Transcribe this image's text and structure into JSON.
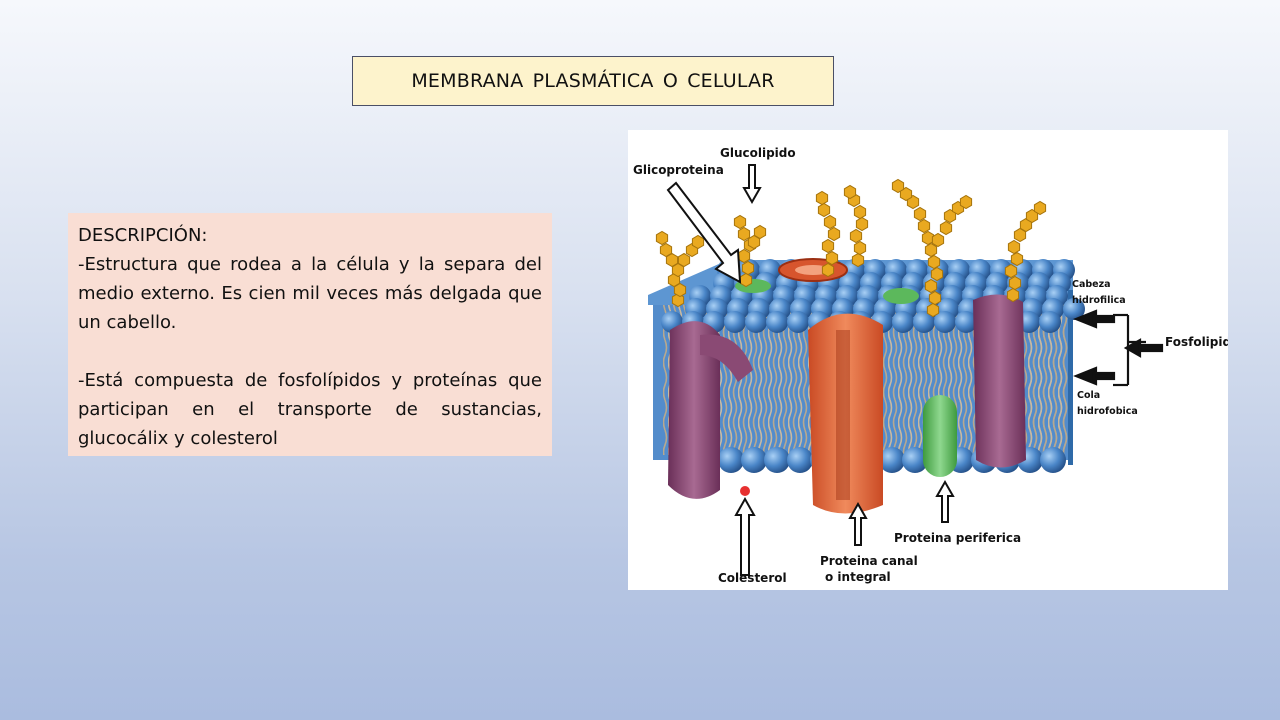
{
  "slide": {
    "title": "MEMBRANA  PLASMÁTICA  O CELULAR",
    "description": {
      "heading": "DESCRIPCIÓN:",
      "paragraph1": "-Estructura que rodea a la célula y la separa del medio externo. Es cien mil veces más  delgada que un cabello.",
      "paragraph2": "-Está compuesta de fosfolípidos y proteínas que participan en el transporte de sustancias, glucocálix y colesterol"
    }
  },
  "diagram": {
    "labels": {
      "glucolipido": "Glucolipido",
      "glicoproteina": "Glicoproteina",
      "cabeza": "Cabeza",
      "hidrofilica": "hidrofilica",
      "fosfolipido": "Fosfolipido",
      "cola": "Cola",
      "hidrofobica": "hidrofobica",
      "proteina_periferica": "Proteina periferica",
      "proteina_canal": "Proteina canal",
      "o_integral": "o integral",
      "colesterol": "Colesterol"
    },
    "colors": {
      "phospholipid_head": "#4a86c8",
      "sugar_chain": "#e9a920",
      "channel_protein": "#e0603a",
      "integral_protein": "#8a4a74",
      "peripheral_protein": "#5cb85c"
    }
  }
}
